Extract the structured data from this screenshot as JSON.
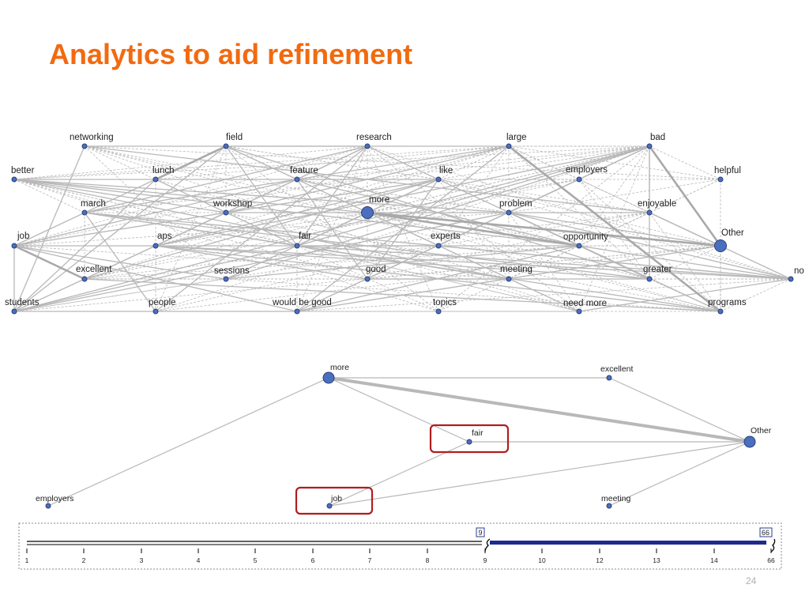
{
  "title": "Analytics to aid refinement",
  "page_number": "24",
  "colors": {
    "title": "#f26a10",
    "node_fill": "#4a6fbf",
    "node_stroke": "#2a3f73",
    "edge": "#b8b8b8",
    "highlight_box": "#b01e1e",
    "slider_fill": "#1e2a8c"
  },
  "network_full": {
    "nodes": [
      {
        "id": "networking",
        "label": "networking",
        "size": "small"
      },
      {
        "id": "field",
        "label": "field",
        "size": "small"
      },
      {
        "id": "research",
        "label": "research",
        "size": "small"
      },
      {
        "id": "large",
        "label": "large",
        "size": "small"
      },
      {
        "id": "bad",
        "label": "bad",
        "size": "small"
      },
      {
        "id": "better",
        "label": "better",
        "size": "small"
      },
      {
        "id": "lunch",
        "label": "lunch",
        "size": "small"
      },
      {
        "id": "feature",
        "label": "feature",
        "size": "small"
      },
      {
        "id": "like",
        "label": "like",
        "size": "small"
      },
      {
        "id": "employers",
        "label": "employers",
        "size": "small"
      },
      {
        "id": "helpful",
        "label": "helpful",
        "size": "small"
      },
      {
        "id": "march",
        "label": "march",
        "size": "small"
      },
      {
        "id": "workshop",
        "label": "workshop",
        "size": "small"
      },
      {
        "id": "more",
        "label": "more",
        "size": "large"
      },
      {
        "id": "problem",
        "label": "problem",
        "size": "small"
      },
      {
        "id": "enjoyable",
        "label": "enjoyable",
        "size": "small"
      },
      {
        "id": "job",
        "label": "job",
        "size": "small"
      },
      {
        "id": "aps",
        "label": "aps",
        "size": "small"
      },
      {
        "id": "fair",
        "label": "fair",
        "size": "small"
      },
      {
        "id": "experts",
        "label": "experts",
        "size": "small"
      },
      {
        "id": "opportunity",
        "label": "opportunity",
        "size": "small"
      },
      {
        "id": "Other",
        "label": "Other",
        "size": "large"
      },
      {
        "id": "no",
        "label": "no",
        "size": "small"
      },
      {
        "id": "excellent",
        "label": "excellent",
        "size": "small"
      },
      {
        "id": "sessions",
        "label": "sessions",
        "size": "small"
      },
      {
        "id": "good",
        "label": "good",
        "size": "small"
      },
      {
        "id": "meeting",
        "label": "meeting",
        "size": "small"
      },
      {
        "id": "greater",
        "label": "greater",
        "size": "small"
      },
      {
        "id": "students",
        "label": "students",
        "size": "small"
      },
      {
        "id": "people",
        "label": "people",
        "size": "small"
      },
      {
        "id": "would_be_good",
        "label": "would be good",
        "size": "small"
      },
      {
        "id": "topics",
        "label": "topics",
        "size": "small"
      },
      {
        "id": "need_more",
        "label": "need more",
        "size": "small"
      },
      {
        "id": "programs",
        "label": "programs",
        "size": "small"
      }
    ]
  },
  "network_filtered": {
    "nodes": [
      {
        "id": "more",
        "label": "more",
        "size": "large"
      },
      {
        "id": "excellent",
        "label": "excellent",
        "size": "small"
      },
      {
        "id": "fair",
        "label": "fair",
        "size": "small",
        "highlighted": true
      },
      {
        "id": "Other",
        "label": "Other",
        "size": "large"
      },
      {
        "id": "employers",
        "label": "employers",
        "size": "small"
      },
      {
        "id": "job",
        "label": "job",
        "size": "small",
        "highlighted": true
      },
      {
        "id": "meeting",
        "label": "meeting",
        "size": "small"
      }
    ],
    "edges": [
      {
        "source": "more",
        "target": "excellent",
        "weight": 1
      },
      {
        "source": "more",
        "target": "Other",
        "weight": 4
      },
      {
        "source": "more",
        "target": "fair",
        "weight": 1
      },
      {
        "source": "more",
        "target": "employers",
        "weight": 1
      },
      {
        "source": "excellent",
        "target": "Other",
        "weight": 1
      },
      {
        "source": "fair",
        "target": "Other",
        "weight": 1
      },
      {
        "source": "fair",
        "target": "job",
        "weight": 1
      },
      {
        "source": "job",
        "target": "Other",
        "weight": 1
      },
      {
        "source": "meeting",
        "target": "Other",
        "weight": 1
      }
    ]
  },
  "slider": {
    "ticks": [
      "1",
      "2",
      "3",
      "4",
      "5",
      "6",
      "7",
      "8",
      "9",
      "10",
      "12",
      "13",
      "14",
      "66"
    ],
    "min_value": "9",
    "max_value": "66"
  }
}
